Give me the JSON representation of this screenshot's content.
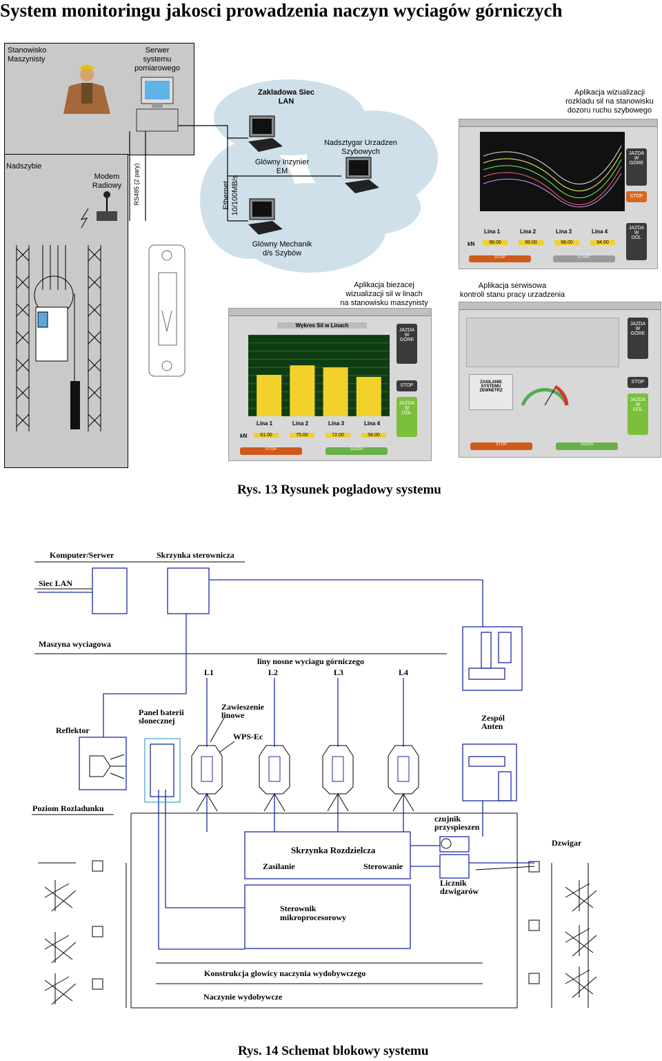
{
  "title": "System monitoringu jakosci prowadzenia naczyn wyciagów górniczych",
  "fig13": {
    "caption": "Rys. 13  Rysunek pogladowy systemu",
    "stanowisko": "Stanowisko\nMaszynisty",
    "serwer": "Serwer\nsystemu\npomiarowego",
    "lan": "Zakladowa Siec\nLAN",
    "app_top_label": "Aplikacja wizualizacji\nrozkladu sil na stanowisku\ndozoru ruchu szybowego",
    "nadsztygar": "Nadsztygar Urzadzen\nSzybowych",
    "nadszybie": "Nadszybie",
    "modem": "Modem\nRadiowy",
    "rs485": "RS485 (2 pary)",
    "ethernet": "Ethernet\n10/100MB/s",
    "inzynier": "Glówny Inzynier\nEM",
    "mechanik": "Glówny Mechanik\nd/s Szybów",
    "app_left_label": "Aplikacja biezacej\nwizualizacji sil w linach\nna stanowisku maszynisty",
    "app_right_label": "Aplikacja serwisowa\nkontroli stanu pracy urzadzenia",
    "top_app": {
      "lines": [
        "Lina 1",
        "Lina 2",
        "Lina 3",
        "Lina 4"
      ],
      "unit": "kN",
      "values": [
        "98.00",
        "99.00",
        "98.00",
        "94.00"
      ],
      "stop_btn": "STOP",
      "jazda_gora": "JAZDA\nW\nGÓRE",
      "jazda_dol": "JAZDA\nW\nDÓL",
      "btn1": "STOP",
      "btn2": "START"
    },
    "bar_app": {
      "chart_title": "Wykres Sil w Linach",
      "lines": [
        "Lina 1",
        "Lina 2",
        "Lina 3",
        "Lina 4"
      ],
      "unit": "kN",
      "values": [
        "61.00",
        "75.00",
        "72.00",
        "58.00"
      ],
      "jazda_gora": "JAZDA\nW\nGÓRE",
      "stop_btn": "STOP",
      "jazda_dol": "JAZDA\nW\nDÓL",
      "btn1": "STOP",
      "btn2": "JAZDA"
    },
    "service_app": {
      "jazda_gora": "JAZDA\nW\nGÓRE",
      "stop_btn": "STOP",
      "jazda_dol": "JAZDA\nW\nDÓL",
      "zasilanie": "ZASILANIE\nSYSTEMU\nZEWNETRZ",
      "btn1": "STOP",
      "btn2": "JAZDA"
    }
  },
  "fig14": {
    "caption": "Rys. 14  Schemat blokowy systemu",
    "komputer": "Komputer/Serwer",
    "skrzynka_ster": "Skrzynka sterownicza",
    "siec": "Siec LAN",
    "maszyna": "Maszyna wyciagowa",
    "liny": "liny nosne wyciagu górniczego",
    "l1": "L1",
    "l2": "L2",
    "l3": "L3",
    "l4": "L4",
    "reflektor": "Reflektor",
    "panel": "Panel baterii\nslonecznej",
    "zawieszenie": "Zawieszenie\nlinowe",
    "wps": "WPS-Ec",
    "zespol": "Zespól\nAnten",
    "poziom": "Poziom  Rozladunku",
    "czujnik": "czujnik\nprzyspieszen",
    "dzwigar": "Dzwigar",
    "skrzynka_rozdz": "Skrzynka Rozdzielcza",
    "zasilanie": "Zasilanie",
    "sterowanie": "Sterowanie",
    "licznik": "Licznik\ndzwigarów",
    "sterownik": "Sterownik\nmikroprocesorowy",
    "konstrukcja": "Konstrukcja glowicy naczynia wydobywczego",
    "naczynie": "Naczynie wydobywcze"
  }
}
